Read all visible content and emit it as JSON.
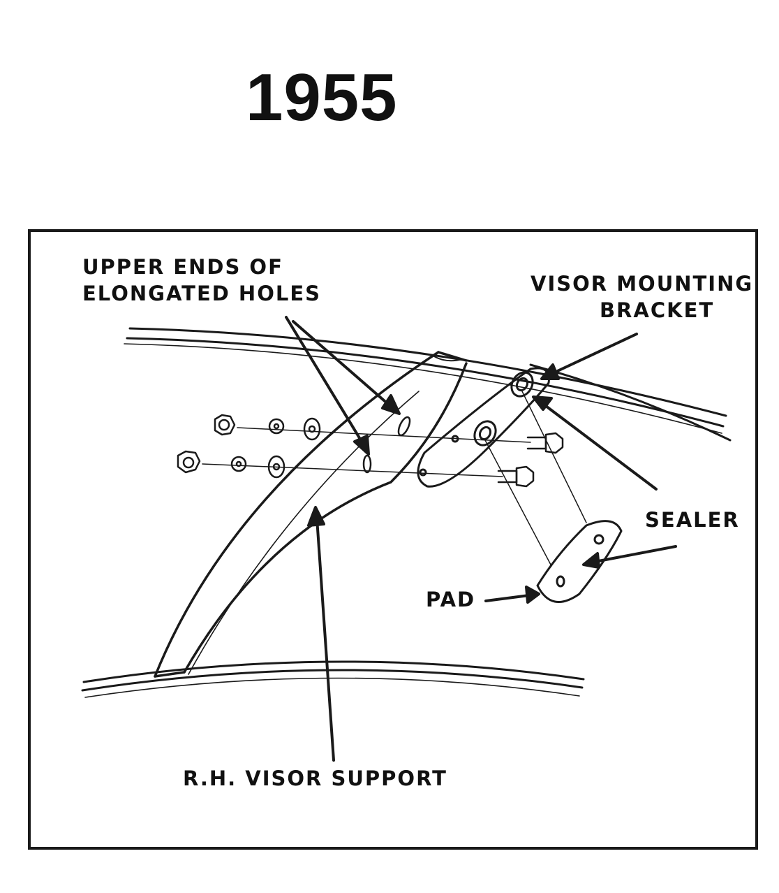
{
  "year": "1955",
  "labels": {
    "upper_ends_line1": "UPPER ENDS OF",
    "upper_ends_line2": "ELONGATED HOLES",
    "visor_bracket_line1": "VISOR MOUNTING",
    "visor_bracket_line2": "BRACKET",
    "sealer": "SEALER",
    "pad": "PAD",
    "rh_visor_support": "R.H. VISOR SUPPORT"
  }
}
